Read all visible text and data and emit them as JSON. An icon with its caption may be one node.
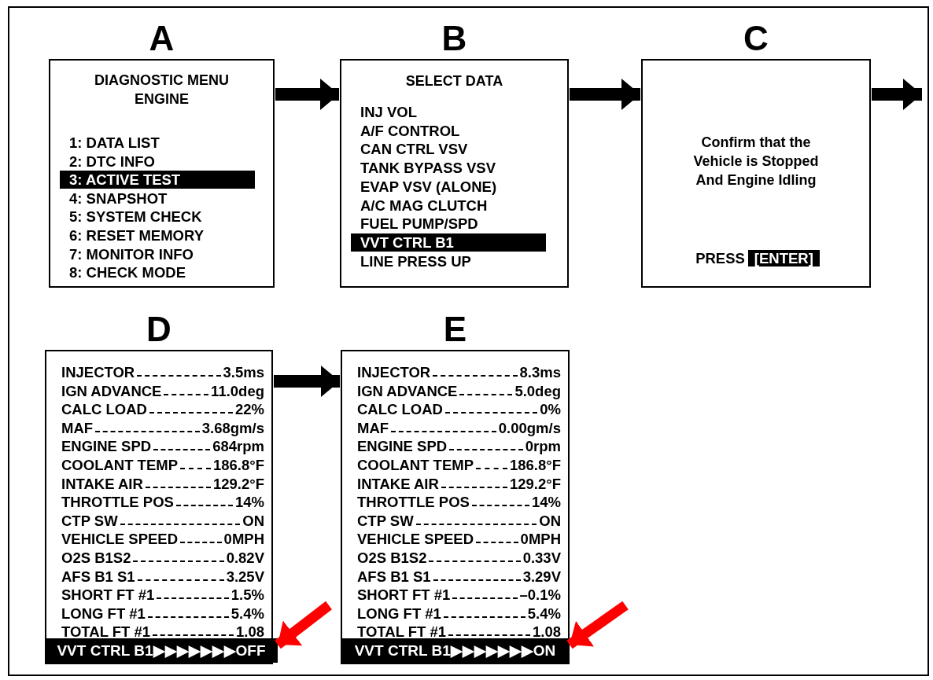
{
  "diagram": {
    "nodes": [
      {
        "text": [
          "A",
          "DIAGNOSTIC MENU ENGINE",
          "1: DATA LIST",
          "2: DTC INFO",
          "3: ACTIVE TEST",
          "4: SNAPSHOT",
          "5: SYSTEM CHECK",
          "6: RESET MEMORY",
          "7: MONITOR INFO",
          "8: CHECK MODE"
        ]
      },
      {
        "text": [
          "B",
          "SELECT DATA",
          "INJ VOL",
          "A/F CONTROL",
          "CAN CTRL VSV",
          "TANK BYPASS VSV",
          "EVAP VSV (ALONE)",
          "A/C MAG CLUTCH",
          "FUEL PUMP/SPD",
          "VVT CTRL B1",
          "LINE PRESS UP"
        ]
      },
      {
        "text": [
          "C",
          "Confirm that the Vehicle is Stopped And Engine Idling",
          "PRESS",
          "[ENTER]"
        ]
      },
      {
        "text": [
          "D",
          "INJECTOR",
          "3.5ms",
          "IGN ADVANCE",
          "11.0deg",
          "CALC LOAD",
          "22%",
          "MAF",
          "3.68gm/s",
          "ENGINE SPD",
          "684rpm",
          "COOLANT TEMP",
          "186.8°F",
          "INTAKE AIR",
          "129.2°F",
          "THROTTLE POS",
          "14%",
          "CTP SW",
          "ON",
          "VEHICLE SPEED",
          "0MPH",
          "O2S B1S2",
          "0.82V",
          "AFS B1 S1",
          "3.25V",
          "SHORT FT #1",
          "1.5%",
          "LONG FT #1",
          "5.4%",
          "TOTAL FT #1",
          "1.08"
        ]
      },
      {
        "text": [
          "VVT CTRL B1▶▶▶▶▶▶▶OFF"
        ],
        "in": 3
      },
      {
        "text": [
          "E",
          "INJECTOR",
          "8.3ms",
          "IGN ADVANCE",
          "5.0deg",
          "CALC LOAD",
          "0%",
          "MAF",
          "0.00gm/s",
          "ENGINE SPD",
          "0rpm",
          "COOLANT TEMP",
          "186.8°F",
          "INTAKE AIR",
          "129.2°F",
          "THROTTLE POS",
          "14%",
          "CTP SW",
          "ON",
          "VEHICLE SPEED",
          "0MPH",
          "O2S B1S2",
          "0.33V",
          "AFS B1 S1",
          "3.29V",
          "SHORT FT #1",
          "–0.1%",
          "LONG FT #1",
          "5.4%",
          "TOTAL FT #1",
          "1.08"
        ]
      },
      {
        "text": [
          "VVT CTRL B1▶▶▶▶▶▶▶ON"
        ],
        "in": 5
      }
    ],
    "edges": [
      {
        "from": 0,
        "to": 1,
        "arrow": "to"
      },
      {
        "from": 1,
        "to": 2,
        "arrow": "to"
      },
      {
        "from": 2,
        "to": null,
        "arrow": "to"
      },
      {
        "from": 3,
        "to": 5,
        "arrow": "to"
      },
      {
        "from": null,
        "to": 4,
        "arrow": "to",
        "color": "#ff0000"
      },
      {
        "from": null,
        "to": 6,
        "arrow": "to",
        "color": "#ff0000"
      }
    ]
  }
}
